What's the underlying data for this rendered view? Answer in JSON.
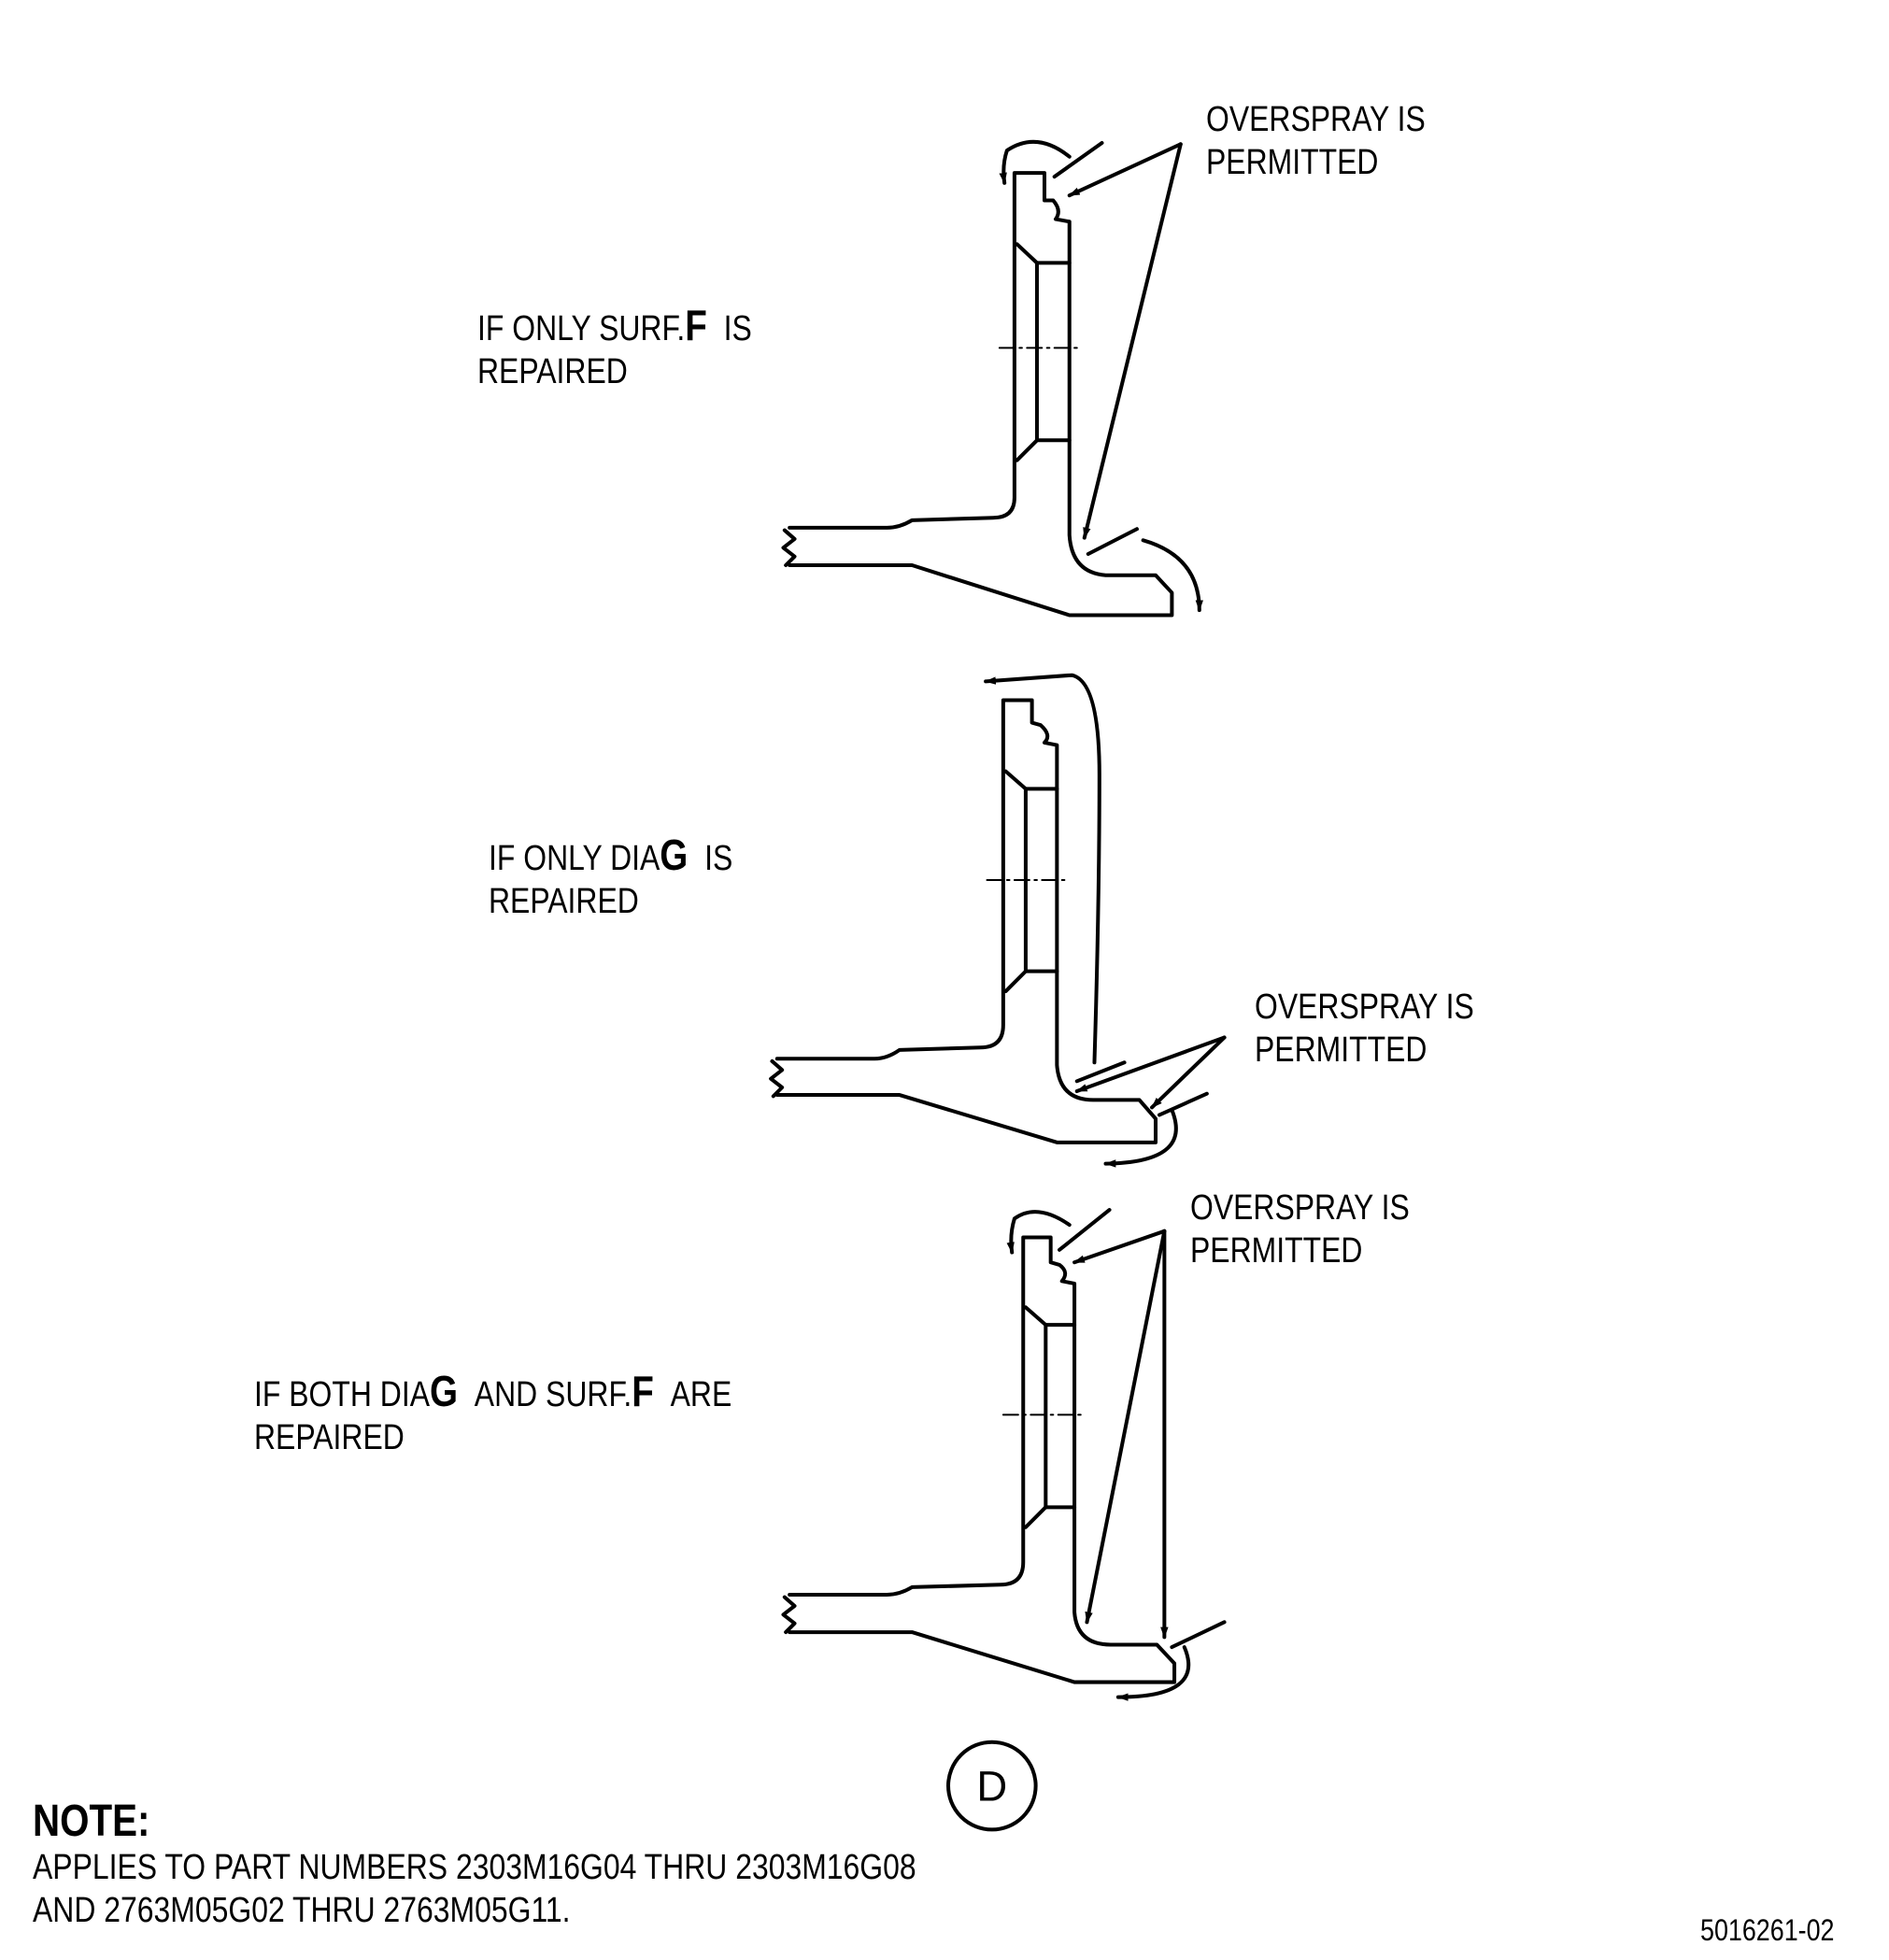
{
  "labels": {
    "view1_overspray_l1": "OVERSPRAY IS",
    "view1_overspray_l2": "PERMITTED",
    "view1_cond_a": "IF ONLY SURF.",
    "view1_cond_letter": "F",
    "view1_cond_b": "IS",
    "view1_cond_l2": "REPAIRED",
    "view2_overspray_l1": "OVERSPRAY IS",
    "view2_overspray_l2": "PERMITTED",
    "view2_cond_a": "IF ONLY DIA",
    "view2_cond_letter": "G",
    "view2_cond_b": "IS",
    "view2_cond_l2": "REPAIRED",
    "view3_overspray_l1": "OVERSPRAY IS",
    "view3_overspray_l2": "PERMITTED",
    "view3_cond_a": "IF BOTH DIA",
    "view3_cond_letter1": "G",
    "view3_cond_b": "AND SURF.",
    "view3_cond_letter2": "F",
    "view3_cond_c": "ARE",
    "view3_cond_l2": "REPAIRED"
  },
  "view_id": "D",
  "note": {
    "heading": "NOTE:",
    "line1": "APPLIES TO PART NUMBERS 2303M16G04 THRU 2303M16G08",
    "line2": "AND 2763M05G02 THRU 2763M05G11."
  },
  "drawing_number": "5016261-02"
}
